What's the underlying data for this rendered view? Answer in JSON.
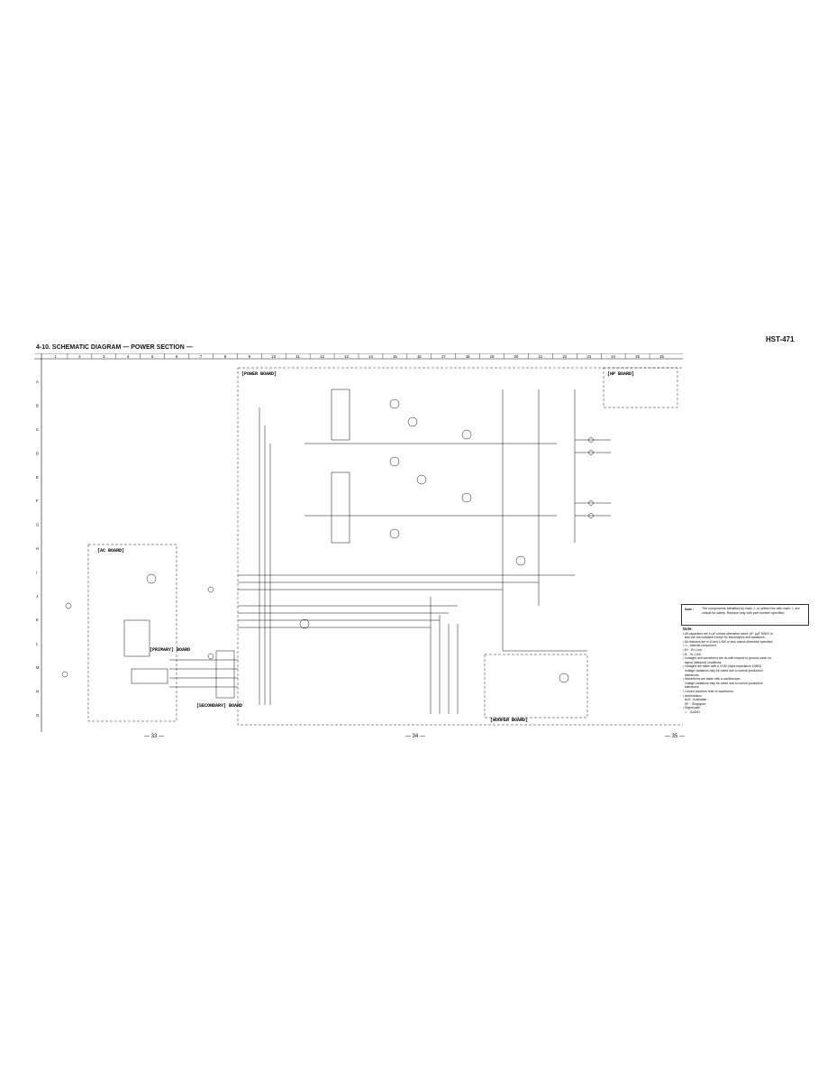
{
  "header": {
    "model": "HST-471",
    "title": "4-10. SCHEMATIC DIAGRAM — POWER SECTION —"
  },
  "grid": {
    "columns": [
      "1",
      "2",
      "3",
      "4",
      "5",
      "6",
      "7",
      "8",
      "9",
      "10",
      "11",
      "12",
      "13",
      "14",
      "15",
      "16",
      "17",
      "18",
      "19",
      "20",
      "21",
      "22",
      "23",
      "24",
      "25",
      "26"
    ],
    "rows": [
      "A",
      "B",
      "C",
      "D",
      "E",
      "F",
      "G",
      "H",
      "I",
      "J",
      "K",
      "L",
      "M",
      "N",
      "O"
    ]
  },
  "boards": {
    "power": "[POWER BOARD]",
    "hp": "[HP BOARD]",
    "ac": "[AC BOARD]",
    "primary": "[PRIMARY] BOARD",
    "secondary": "[SECONDARY] BOARD",
    "woofer": "[WOOFER BOARD]"
  },
  "pages": {
    "left": "— 33 —",
    "center": "— 34 —",
    "right": "— 35 —"
  },
  "note_box": {
    "label": "Note :",
    "text": "The components identified by mark ⚠ or dotted line with mark ⚠ are critical for safety. Replace only with part number specified."
  },
  "notes": {
    "heading": "Note:",
    "lines": [
      "• All capacitors are in μF unless otherwise noted. pF: μμF 50WV or",
      "  less are not indicated except for electrolytics and tantalums.",
      "• All resistors are in Ω and 1/4W or less unless otherwise specified.",
      "• ⚠ : internal component.",
      "• B+ : B+ Line.",
      "• B- : B– Line.",
      "• Voltages and waveforms are dc with respect to ground under no-",
      "  signal (detuned) conditions.",
      "• Voltages are taken with a VOM (Input impedance 10MΩ).",
      "  Voltage variations may be noted due to normal production",
      "  tolerances.",
      "• Waveforms are taken with a oscilloscope.",
      "  Voltage variations may be noted due to normal production",
      "  tolerances.",
      "• Circled numbers refer to waveforms.",
      "• Abbreviation",
      "  AUS : Australian",
      "  SP  : Singapore",
      "• Signal path.",
      "  ⇨  : AUDIO"
    ]
  }
}
